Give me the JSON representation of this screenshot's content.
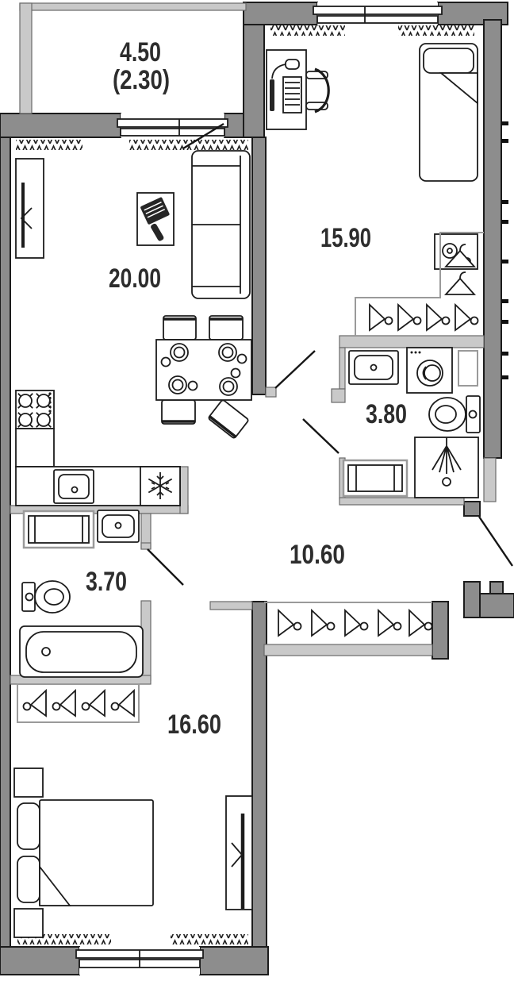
{
  "floor_plan": {
    "kind": "apartment-floor-plan",
    "rooms": [
      {
        "key": "balcony",
        "area": "4.50",
        "area_secondary": "(2.30)",
        "features": [
          "glazing",
          "balcony-door"
        ]
      },
      {
        "key": "living-room-kitchen",
        "area": "20.00",
        "features": [
          "wardrobe-mirror",
          "tv-stand",
          "sofa",
          "dining-table",
          "four-chairs",
          "stove",
          "kitchen-counter",
          "kitchen-sink",
          "fridge",
          "radiators"
        ]
      },
      {
        "key": "bedroom-upper",
        "area": "15.90",
        "features": [
          "desk",
          "computer",
          "office-chair",
          "single-bed",
          "nightstand",
          "corner-wardrobe",
          "hangers",
          "radiators",
          "window"
        ]
      },
      {
        "key": "bathroom-upper",
        "area": "3.80",
        "features": [
          "sink",
          "washing-machine",
          "shelf",
          "toilet",
          "shower",
          "towel-radiator"
        ]
      },
      {
        "key": "hallway",
        "area": "10.60",
        "features": [
          "built-in-wardrobe",
          "hangers",
          "entrance-door"
        ]
      },
      {
        "key": "bathroom-lower",
        "area": "3.70",
        "features": [
          "towel-radiator",
          "sink",
          "toilet",
          "bathtub"
        ]
      },
      {
        "key": "bedroom-lower",
        "area": "16.60",
        "features": [
          "hanger-wardrobe",
          "double-bed",
          "nightstands",
          "pillows",
          "wardrobe-mirror",
          "radiators",
          "window"
        ]
      }
    ],
    "colors": {
      "wall_dark": "#8d8d8d",
      "wall_light": "#c9c9c9",
      "outline": "#1c1c1c",
      "background": "#ffffff",
      "label_text": "#2d2d2d"
    },
    "icons": {
      "radiator-icon": "zigzag line strip",
      "door-swing-icon": "diagonal door leaf line",
      "hanger-side-icon": "triangle with hook curl",
      "hanger-front-icon": "coat hanger triangle with hook",
      "snowflake-icon": "fridge freezer mark",
      "shower-icon": "spray fan with drain dot",
      "burner-icon": "gas ring with four ticks",
      "mirror-wardrobe-icon": "bar with chevron"
    }
  }
}
